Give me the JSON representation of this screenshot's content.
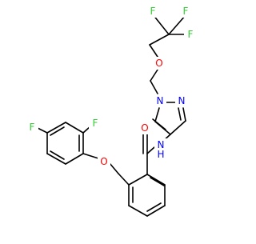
{
  "molecule": {
    "colors": {
      "carbon": "#000000",
      "fluorine": "#33cc33",
      "oxygen": "#ff0000",
      "nitrogen": "#0000ff"
    },
    "atoms": {
      "f_top_1": "F",
      "f_top_2": "F",
      "f_top_3": "F",
      "o_ether_top": "O",
      "n_pyrazole_1": "N",
      "n_pyrazole_2": "N",
      "o_carbonyl": "O",
      "n_amide": "N",
      "h_amide": "H",
      "f_ring_left": "F",
      "f_ring_top": "F",
      "o_ether_bottom": "O"
    }
  }
}
